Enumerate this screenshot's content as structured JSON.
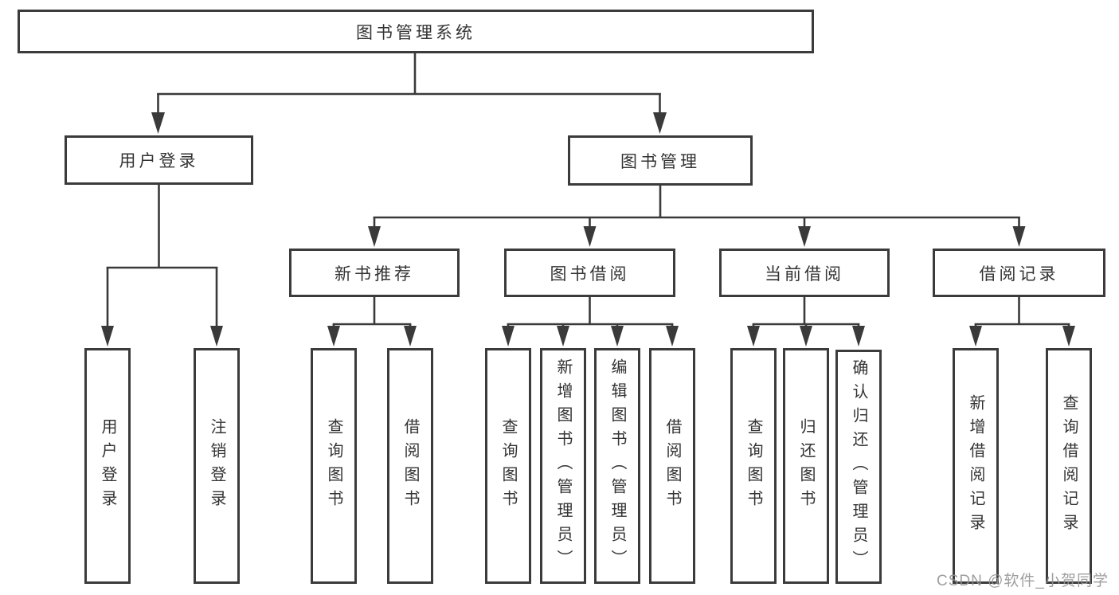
{
  "colors": {
    "line": "#3a3a3a",
    "box_border": "#3b3b3b",
    "text": "#333333",
    "watermark": "#949494",
    "background": "#ffffff"
  },
  "tree": {
    "root": {
      "label": "图书管理系统"
    },
    "branches": [
      {
        "label": "用户登录",
        "children": [
          {
            "label": "用户登录"
          },
          {
            "label": "注销登录"
          }
        ]
      },
      {
        "label": "图书管理",
        "groups": [
          {
            "label": "新书推荐",
            "children": [
              {
                "label": "查询图书"
              },
              {
                "label": "借阅图书"
              }
            ]
          },
          {
            "label": "图书借阅",
            "children": [
              {
                "label": "查询图书"
              },
              {
                "label": "新增图书（管理员）"
              },
              {
                "label": "编辑图书（管理员）"
              },
              {
                "label": "借阅图书"
              }
            ]
          },
          {
            "label": "当前借阅",
            "children": [
              {
                "label": "查询图书"
              },
              {
                "label": "归还图书"
              },
              {
                "label": "确认归还（管理员）"
              }
            ]
          },
          {
            "label": "借阅记录",
            "children": [
              {
                "label": "新增借阅记录"
              },
              {
                "label": "查询借阅记录"
              }
            ]
          }
        ]
      }
    ]
  },
  "watermark": {
    "text": "CSDN @软件_小贺同学"
  }
}
